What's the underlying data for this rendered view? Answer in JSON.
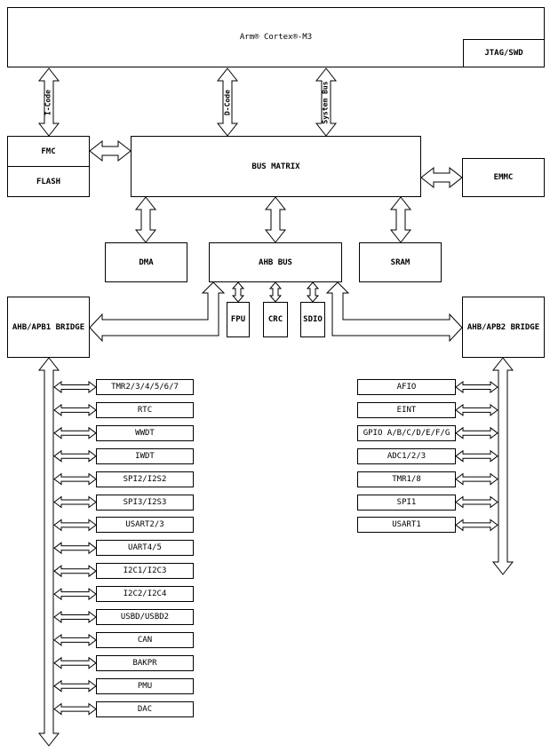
{
  "cpu": {
    "label": "Arm® Cortex®-M3",
    "debug": "JTAG/SWD"
  },
  "buses": {
    "icode": "I-Code",
    "dcode": "D-Code",
    "system": "System Bus"
  },
  "left_mem": {
    "fmc": "FMC",
    "flash": "FLASH"
  },
  "bus_matrix": "BUS MATRIX",
  "emmc": "EMMC",
  "dma": "DMA",
  "ahb_bus": "AHB BUS",
  "sram": "SRAM",
  "ahb_periph": [
    "FPU",
    "CRC",
    "SDIO"
  ],
  "bridges": {
    "apb1": "AHB/APB1 BRIDGE",
    "apb2": "AHB/APB2 BRIDGE"
  },
  "apb1_peripherals": [
    "TMR2/3/4/5/6/7",
    "RTC",
    "WWDT",
    "IWDT",
    "SPI2/I2S2",
    "SPI3/I2S3",
    "USART2/3",
    "UART4/5",
    "I2C1/I2C3",
    "I2C2/I2C4",
    "USBD/USBD2",
    "CAN",
    "BAKPR",
    "PMU",
    "DAC"
  ],
  "apb2_peripherals": [
    "AFIO",
    "EINT",
    "GPIO A/B/C/D/E/F/G",
    "ADC1/2/3",
    "TMR1/8",
    "SPI1",
    "USART1"
  ]
}
